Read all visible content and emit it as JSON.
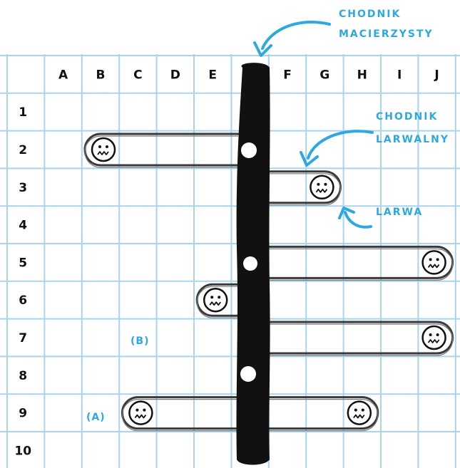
{
  "labels": {
    "parent_gallery": [
      "CHODNIK",
      "MACIERZYSTY"
    ],
    "larval_gallery": [
      "CHODNIK",
      "LARWALNY"
    ],
    "larva": "LARWA",
    "marker_a": "(A)",
    "marker_b": "(B)"
  },
  "grid": {
    "columns": [
      "A",
      "B",
      "C",
      "D",
      "E",
      "F",
      "G",
      "H",
      "I",
      "J"
    ],
    "rows": [
      "1",
      "2",
      "3",
      "4",
      "5",
      "6",
      "7",
      "8",
      "9",
      "10"
    ]
  },
  "larvae_cells": [
    {
      "col": "B",
      "row": "2",
      "side": "left"
    },
    {
      "col": "G",
      "row": "3",
      "side": "right"
    },
    {
      "col": "J",
      "row": "5",
      "side": "right"
    },
    {
      "col": "E",
      "row": "6",
      "side": "left"
    },
    {
      "col": "J",
      "row": "7",
      "side": "right"
    },
    {
      "col": "C",
      "row": "9",
      "side": "left"
    },
    {
      "col": "H",
      "row": "9",
      "side": "right"
    }
  ],
  "colors": {
    "gridline": "#a9d4ee",
    "accent": "#2fa8e0",
    "ink": "#111111"
  },
  "icons": {
    "larva": "larva-face-icon",
    "arrow": "curved-arrow-icon"
  }
}
